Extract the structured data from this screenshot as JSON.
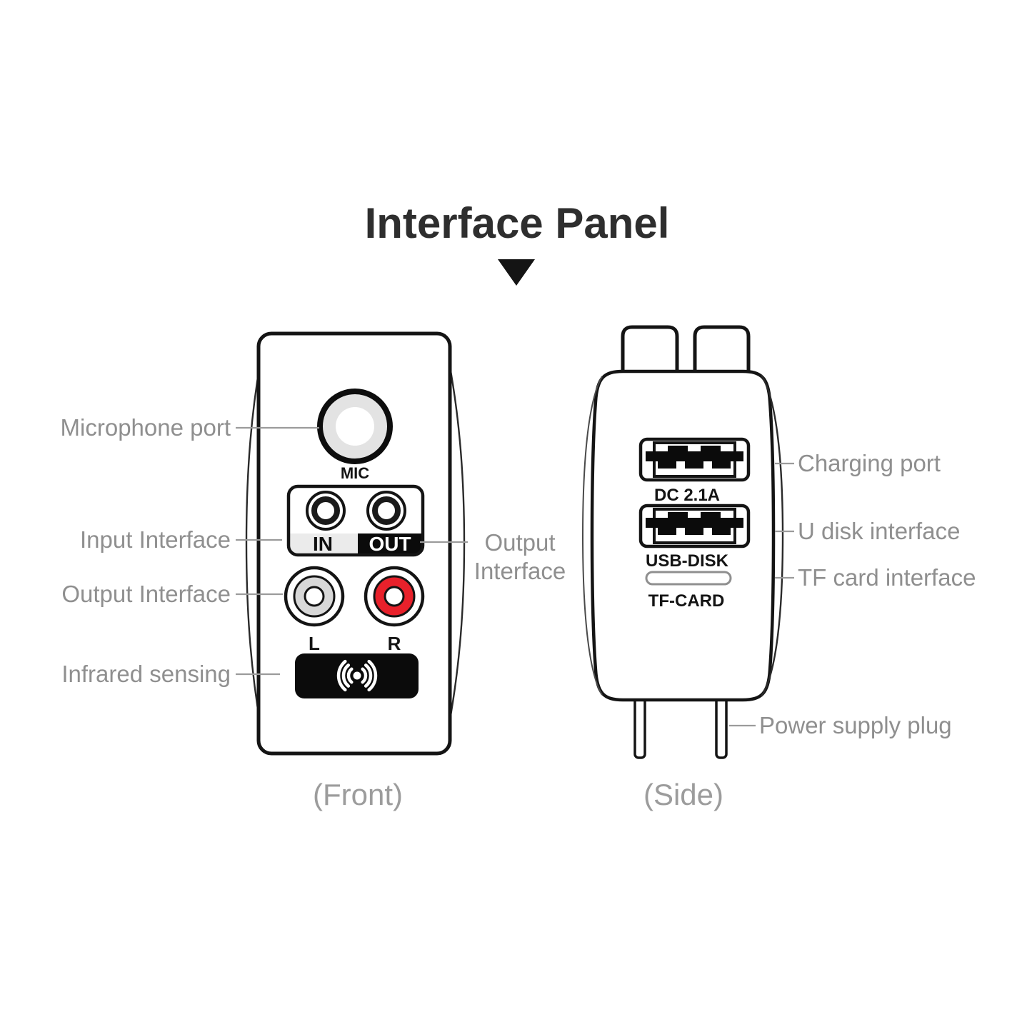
{
  "title": {
    "text": "Interface Panel"
  },
  "colors": {
    "outline": "#141414",
    "annotation_gray": "#8f8f8f",
    "leader_gray": "#9b9b9b",
    "caption_gray": "#9c9c9c",
    "rca_red": "#e8212b",
    "rca_gray": "#d8d8d8",
    "in_bar_bg": "#ebebeb",
    "out_bar_bg": "#0b0b0b"
  },
  "front": {
    "caption": "(Front)",
    "labels": {
      "mic": "MIC",
      "in": "IN",
      "out": "OUT",
      "left_channel": "L",
      "right_channel": "R"
    },
    "annotations_left": [
      {
        "label": "Microphone port"
      },
      {
        "label": "Input Interface"
      },
      {
        "label": "Output Interface"
      },
      {
        "label": "Infrared sensing"
      }
    ],
    "annotation_right": {
      "line1": "Output",
      "line2": "Interface"
    }
  },
  "side": {
    "caption": "(Side)",
    "labels": {
      "dc": "DC 2.1A",
      "usb": "USB-DISK",
      "tf": "TF-CARD"
    },
    "annotations_right": [
      {
        "label": "Charging port"
      },
      {
        "label": "U disk interface"
      },
      {
        "label": "TF card interface"
      },
      {
        "label": "Power supply plug"
      }
    ]
  }
}
